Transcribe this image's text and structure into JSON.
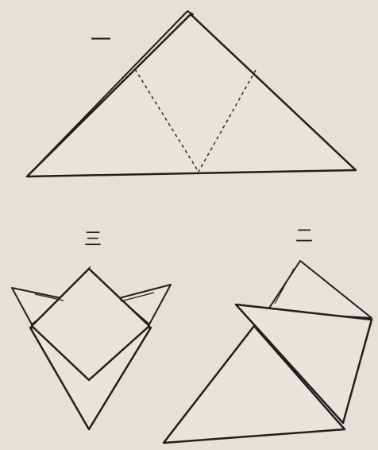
{
  "diagram": {
    "steps": [
      {
        "id": "step-1",
        "label": "一"
      },
      {
        "id": "step-2",
        "label": "二"
      },
      {
        "id": "step-3",
        "label": "三"
      }
    ],
    "colors": {
      "paper": "#e4e1d8",
      "ink": "#1f1f1f",
      "fold_fill": "#e7e4dc"
    }
  }
}
